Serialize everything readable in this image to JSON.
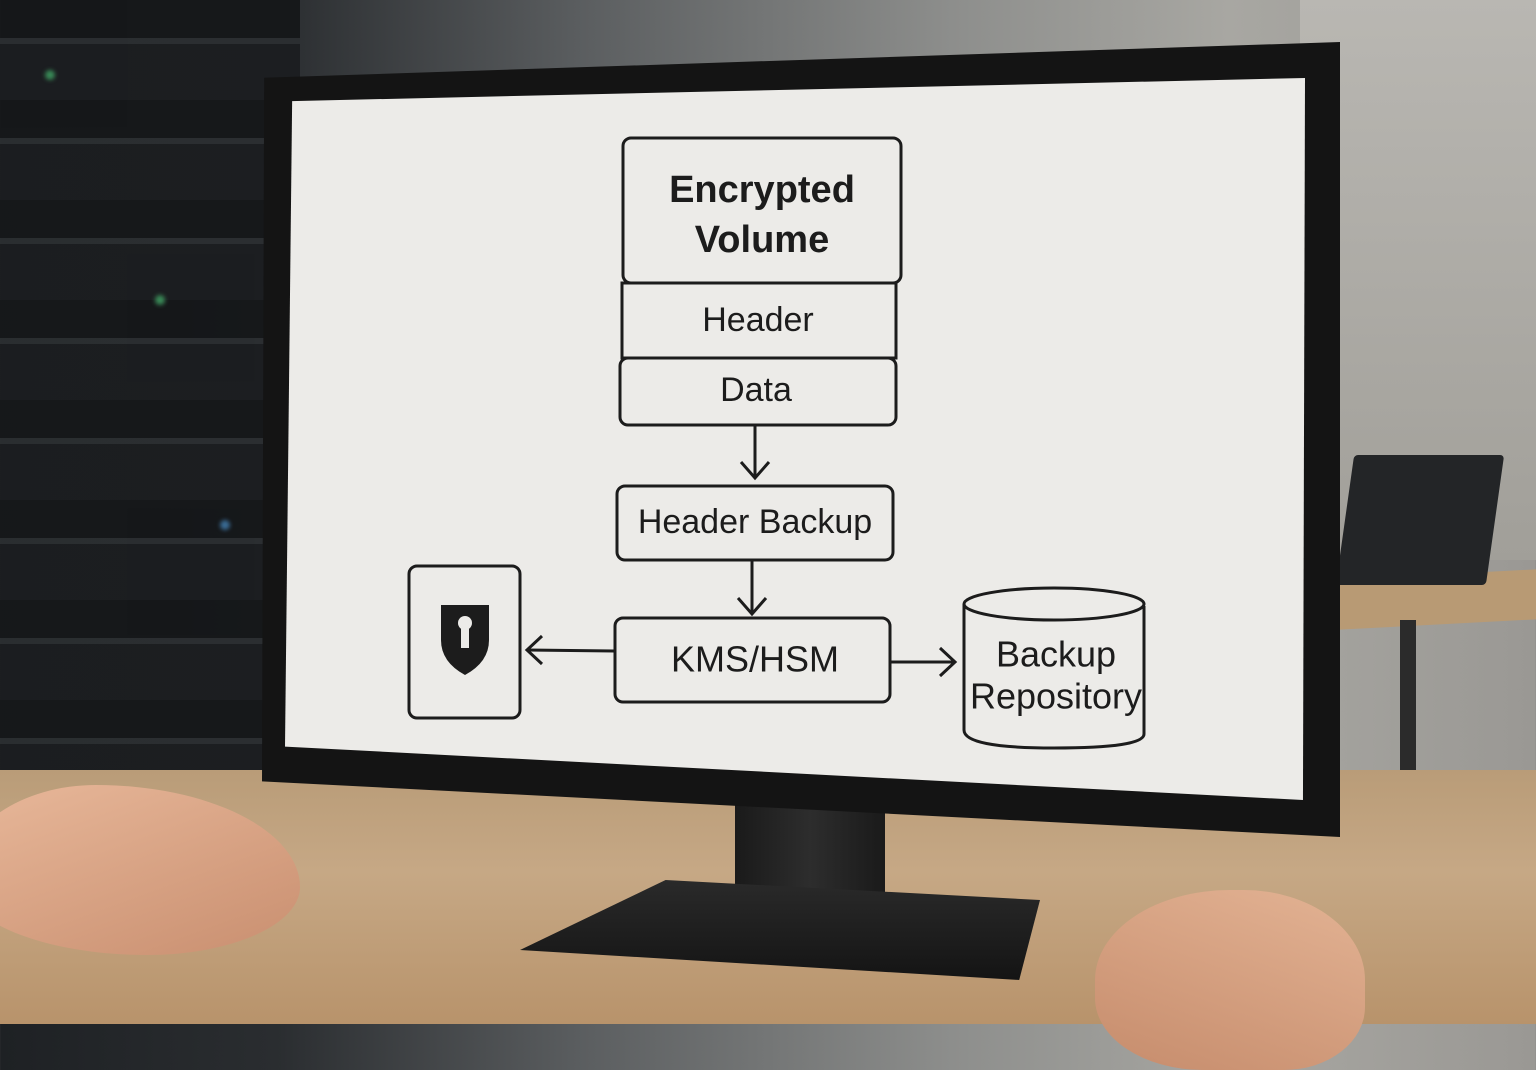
{
  "diagram": {
    "volume": {
      "title_line1": "Encrypted",
      "title_line2": "Volume"
    },
    "header": "Header",
    "data": "Data",
    "header_backup": "Header Backup",
    "kms": "KMS/HSM",
    "repository": {
      "line1": "Backup",
      "line2": "Repository"
    },
    "key_vault_icon": "shield-keyhole-icon"
  },
  "colors": {
    "screen_background": "#ecebe8",
    "diagram_stroke": "#1c1c1c",
    "monitor_bezel": "#141414",
    "desk_wood": "#c6a885"
  }
}
